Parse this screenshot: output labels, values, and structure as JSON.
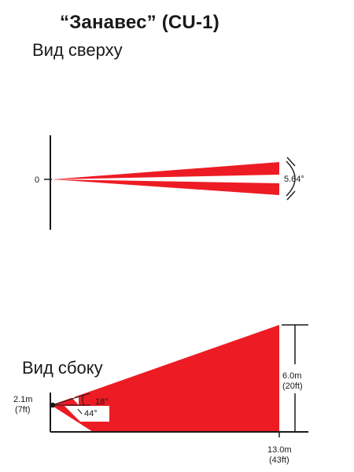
{
  "title": "“Занавес” (CU-1)",
  "top_view": {
    "label": "Вид сверху",
    "origin_label": "0",
    "angle_label": "5.64°"
  },
  "side_view": {
    "label": "Вид сбоку",
    "height_m": "2.1m",
    "height_ft": "(7ft)",
    "angle_small": "18°",
    "angle_large": "44°",
    "range_m": "13.0m",
    "range_ft": "(43ft)",
    "width_m": "6.0m",
    "width_ft": "(20ft)"
  },
  "colors": {
    "beam": "#ed1c24",
    "line": "#1a1a1a"
  }
}
